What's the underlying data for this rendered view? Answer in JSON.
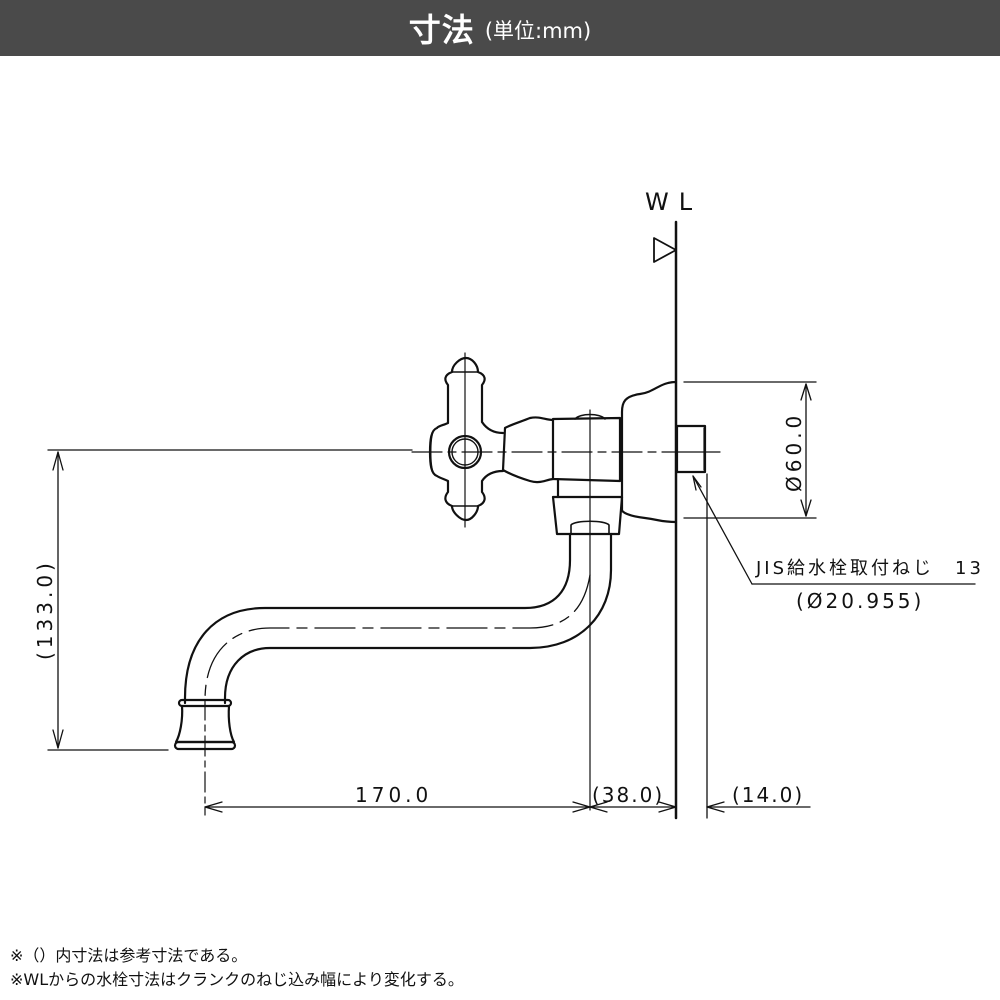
{
  "header": {
    "title": "寸法",
    "unit": "(単位:mm)"
  },
  "drawing": {
    "wl_label": "WL",
    "dimensions": {
      "height": "(133.0)",
      "spout_length": "170.0",
      "body_depth": "(38.0)",
      "thread_length": "(14.0)",
      "flange_diameter": "Ø60.0"
    },
    "callout": {
      "line1": "JIS給水栓取付ねじ　13",
      "line2": "(Ø20.955)"
    }
  },
  "notes": [
    "※（）内寸法は参考寸法である。",
    "※WLからの水栓寸法はクランクのねじ込み幅により変化する。"
  ],
  "colors": {
    "header_bg": "#4a4a4a",
    "line": "#111111"
  }
}
